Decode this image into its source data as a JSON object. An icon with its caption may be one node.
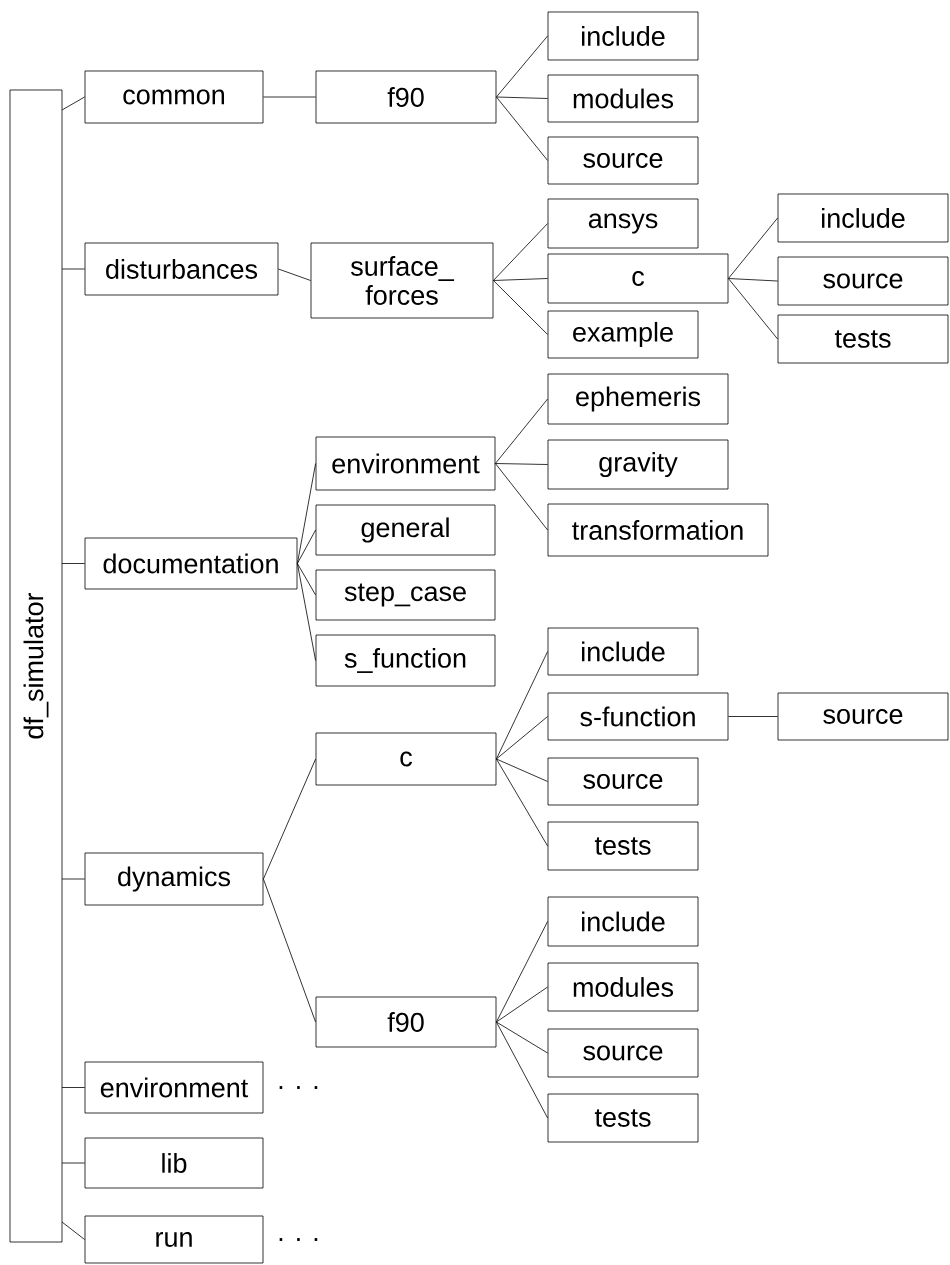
{
  "diagram": {
    "nodes": [
      {
        "text": [
          "df_simulator"
        ]
      },
      {
        "text": [
          "common"
        ]
      },
      {
        "text": [
          "f90"
        ]
      },
      {
        "text": [
          "include"
        ]
      },
      {
        "text": [
          "modules"
        ]
      },
      {
        "text": [
          "source"
        ]
      },
      {
        "text": [
          "disturbances"
        ]
      },
      {
        "text": [
          "surface_ forces"
        ]
      },
      {
        "text": [
          "ansys"
        ]
      },
      {
        "text": [
          "c"
        ]
      },
      {
        "text": [
          "example"
        ]
      },
      {
        "text": [
          "include"
        ]
      },
      {
        "text": [
          "source"
        ]
      },
      {
        "text": [
          "tests"
        ]
      },
      {
        "text": [
          "documentation"
        ]
      },
      {
        "text": [
          "environment"
        ]
      },
      {
        "text": [
          "general"
        ]
      },
      {
        "text": [
          "step_case"
        ]
      },
      {
        "text": [
          "s_function"
        ]
      },
      {
        "text": [
          "ephemeris"
        ]
      },
      {
        "text": [
          "gravity"
        ]
      },
      {
        "text": [
          "transformation"
        ]
      },
      {
        "text": [
          "dynamics"
        ]
      },
      {
        "text": [
          "c"
        ]
      },
      {
        "text": [
          "include"
        ]
      },
      {
        "text": [
          "s-function"
        ]
      },
      {
        "text": [
          "source"
        ]
      },
      {
        "text": [
          "source"
        ]
      },
      {
        "text": [
          "tests"
        ]
      },
      {
        "text": [
          "f90"
        ]
      },
      {
        "text": [
          "include"
        ]
      },
      {
        "text": [
          "modules"
        ]
      },
      {
        "text": [
          "source"
        ]
      },
      {
        "text": [
          "tests"
        ]
      },
      {
        "text": [
          "environment"
        ],
        "beside": [
          ". . ."
        ]
      },
      {
        "text": [
          "lib"
        ]
      },
      {
        "text": [
          "run"
        ],
        "beside": [
          ". . ."
        ]
      }
    ],
    "edges": [
      {
        "from": 0,
        "to": 1,
        "arrow": "none"
      },
      {
        "from": 1,
        "to": 2,
        "arrow": "none"
      },
      {
        "from": 2,
        "to": 3,
        "arrow": "none"
      },
      {
        "from": 2,
        "to": 4,
        "arrow": "none"
      },
      {
        "from": 2,
        "to": 5,
        "arrow": "none"
      },
      {
        "from": 0,
        "to": 6,
        "arrow": "none"
      },
      {
        "from": 6,
        "to": 7,
        "arrow": "none"
      },
      {
        "from": 7,
        "to": 8,
        "arrow": "none"
      },
      {
        "from": 7,
        "to": 9,
        "arrow": "none"
      },
      {
        "from": 7,
        "to": 10,
        "arrow": "none"
      },
      {
        "from": 9,
        "to": 11,
        "arrow": "none"
      },
      {
        "from": 9,
        "to": 12,
        "arrow": "none"
      },
      {
        "from": 9,
        "to": 13,
        "arrow": "none"
      },
      {
        "from": 0,
        "to": 14,
        "arrow": "none"
      },
      {
        "from": 14,
        "to": 15,
        "arrow": "none"
      },
      {
        "from": 14,
        "to": 16,
        "arrow": "none"
      },
      {
        "from": 14,
        "to": 17,
        "arrow": "none"
      },
      {
        "from": 14,
        "to": 18,
        "arrow": "none"
      },
      {
        "from": 15,
        "to": 19,
        "arrow": "none"
      },
      {
        "from": 15,
        "to": 20,
        "arrow": "none"
      },
      {
        "from": 15,
        "to": 21,
        "arrow": "none"
      },
      {
        "from": 0,
        "to": 22,
        "arrow": "none"
      },
      {
        "from": 22,
        "to": 23,
        "arrow": "none"
      },
      {
        "from": 23,
        "to": 24,
        "arrow": "none"
      },
      {
        "from": 23,
        "to": 25,
        "arrow": "none"
      },
      {
        "from": 25,
        "to": 26,
        "arrow": "none"
      },
      {
        "from": 23,
        "to": 27,
        "arrow": "none"
      },
      {
        "from": 23,
        "to": 28,
        "arrow": "none"
      },
      {
        "from": 22,
        "to": 29,
        "arrow": "none"
      },
      {
        "from": 29,
        "to": 30,
        "arrow": "none"
      },
      {
        "from": 29,
        "to": 31,
        "arrow": "none"
      },
      {
        "from": 29,
        "to": 32,
        "arrow": "none"
      },
      {
        "from": 29,
        "to": 33,
        "arrow": "none"
      },
      {
        "from": 0,
        "to": 34,
        "arrow": "none"
      },
      {
        "from": 0,
        "to": 35,
        "arrow": "none"
      },
      {
        "from": 0,
        "to": 36,
        "arrow": "none"
      }
    ]
  }
}
